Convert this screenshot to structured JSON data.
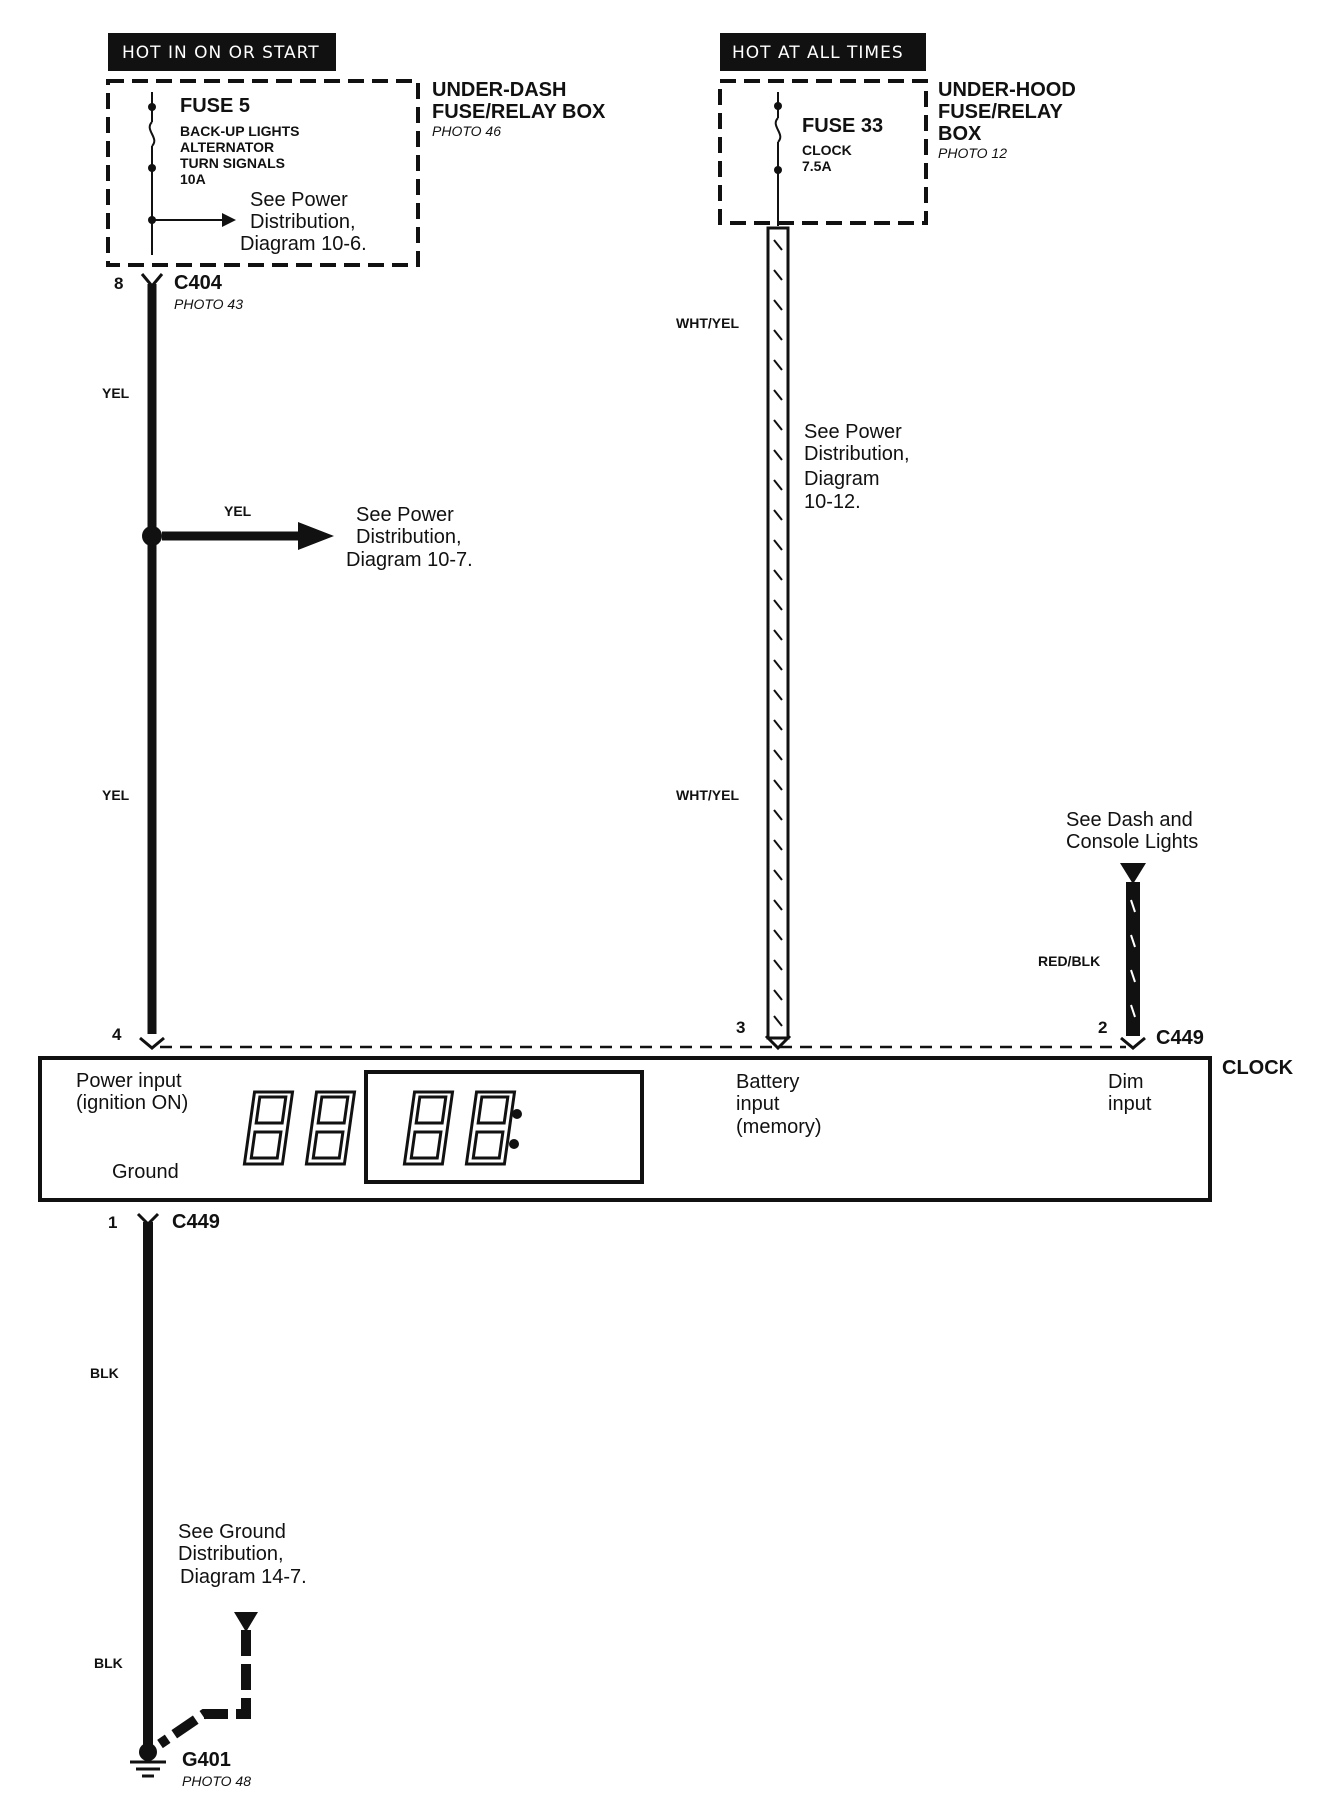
{
  "left_fuse": {
    "header": "HOT IN ON OR START",
    "box_title_line1": "UNDER-DASH",
    "box_title_line2": "FUSE/RELAY BOX",
    "box_photo": "PHOTO 46",
    "fuse_name": "FUSE 5",
    "circuits": [
      "BACK-UP LIGHTS",
      "ALTERNATOR",
      "TURN SIGNALS",
      "10A"
    ],
    "see_note": [
      "See Power",
      "Distribution,",
      "Diagram 10-6."
    ]
  },
  "right_fuse": {
    "header": "HOT AT ALL TIMES",
    "box_title": [
      "UNDER-HOOD",
      "FUSE/RELAY",
      "BOX"
    ],
    "box_photo": "PHOTO 12",
    "fuse_name": "FUSE 33",
    "circuits": [
      "CLOCK",
      "7.5A"
    ]
  },
  "connector_c404": {
    "pin": "8",
    "name": "C404",
    "photo": "PHOTO 43"
  },
  "wires": {
    "yel_1": "YEL",
    "yel_branch": "YEL",
    "yel_2": "YEL",
    "wht_yel_1": "WHT/YEL",
    "wht_yel_2": "WHT/YEL",
    "red_blk": "RED/BLK",
    "blk_1": "BLK",
    "blk_2": "BLK"
  },
  "notes": {
    "power_10_7": [
      "See Power",
      "Distribution,",
      "Diagram 10-7."
    ],
    "power_10_12": [
      "See Power",
      "Distribution,",
      "Diagram",
      "10-12."
    ],
    "dash_lights": [
      "See Dash and",
      "Console Lights"
    ],
    "ground_14_7": [
      "See Ground",
      "Distribution,",
      "Diagram 14-7."
    ]
  },
  "clock_top_pins": {
    "pin4": "4",
    "pin3": "3",
    "pin2": "2",
    "connector": "C449"
  },
  "clock": {
    "title": "CLOCK",
    "power_input": [
      "Power input",
      "(ignition ON)"
    ],
    "ground": "Ground",
    "battery_input": [
      "Battery",
      "input",
      "(memory)"
    ],
    "dim_input": [
      "Dim",
      "input"
    ]
  },
  "bottom_connector": {
    "pin": "1",
    "name": "C449"
  },
  "ground_point": {
    "name": "G401",
    "photo": "PHOTO 48"
  }
}
